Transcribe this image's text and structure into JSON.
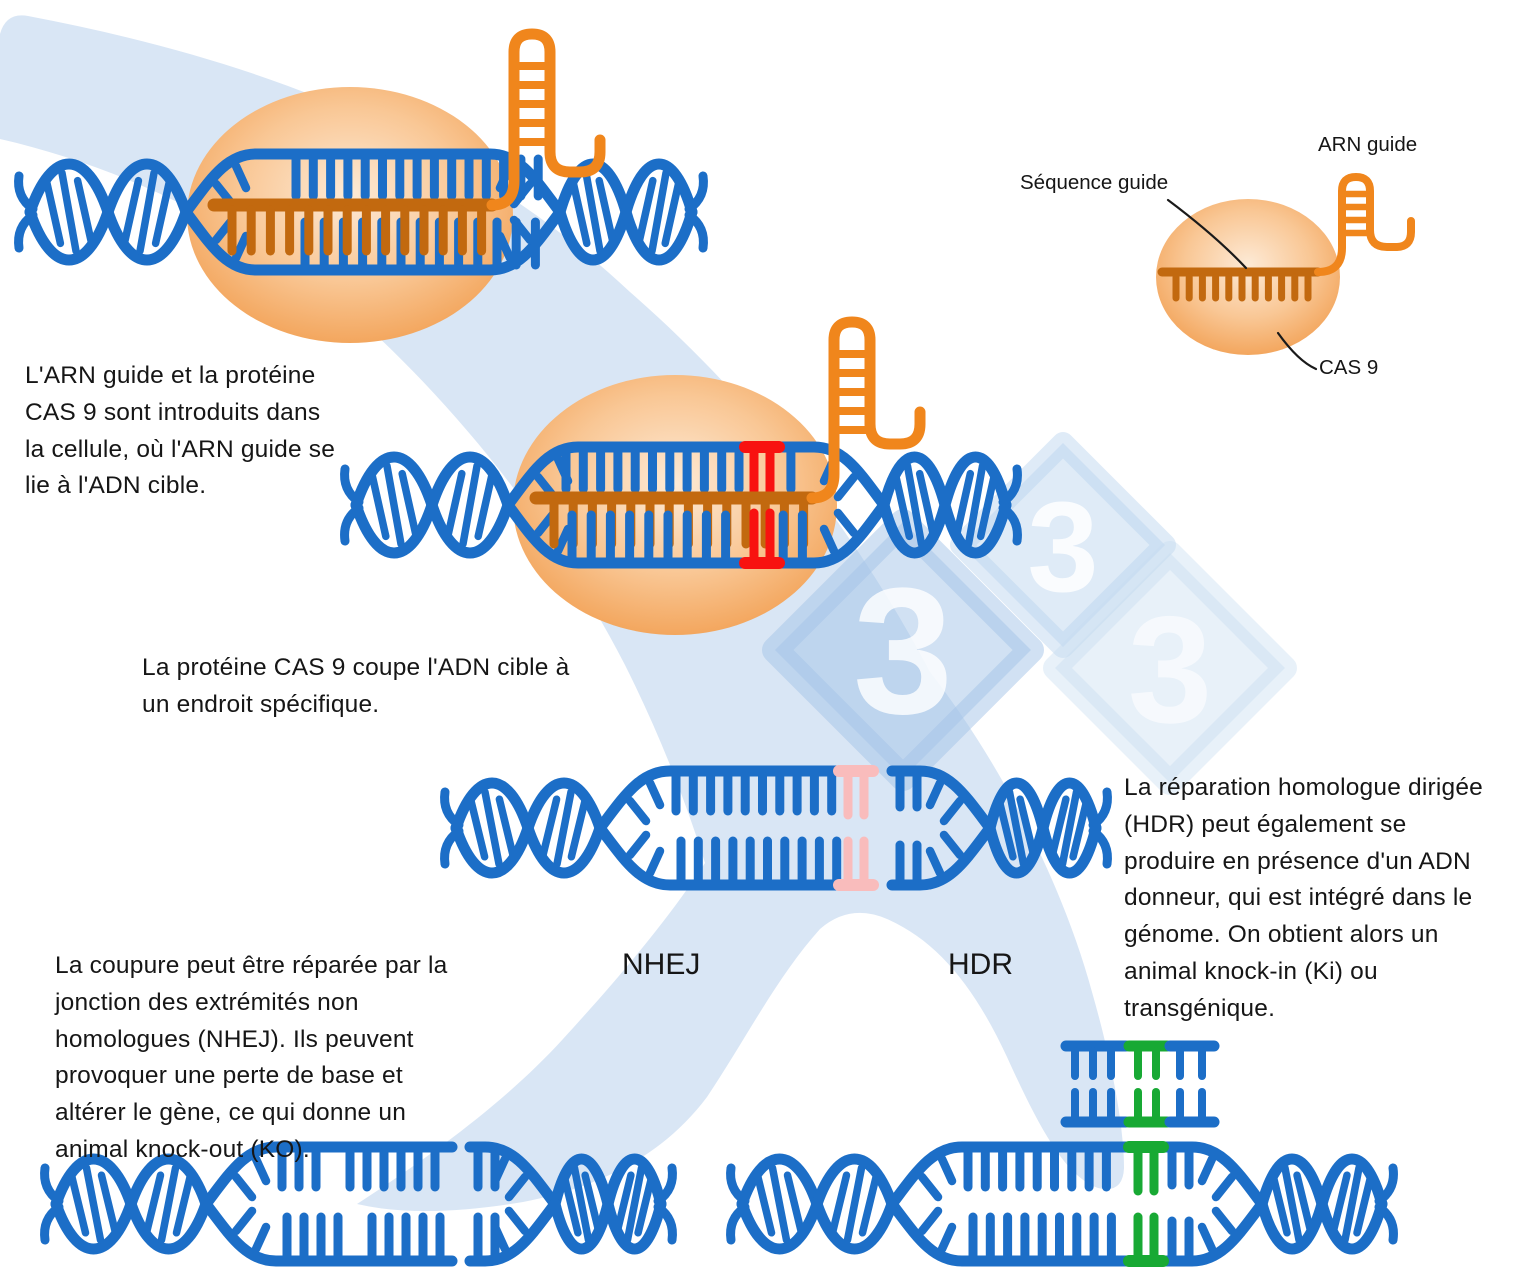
{
  "figure": {
    "captions": [
      {
        "text": "L'ARN guide et la protéine\nCAS 9 sont introduits dans\nla cellule, où l'ARN guide se\nlie à l'ADN cible."
      },
      {
        "text": "La protéine CAS 9 coupe l'ADN cible à\nun endroit spécifique."
      },
      {
        "text": "La coupure peut être réparée par la\njonction des extrémités non\nhomologues (NHEJ). Ils peuvent\nprovoquer une perte de base et\naltérer le gène, ce qui donne un\nanimal knock-out (KO)."
      },
      {
        "text": "La réparation homologue dirigée\n(HDR) peut également se\nproduire en présence d'un ADN\ndonneur, qui est intégré dans le\ngénome. On obtient alors un\nanimal knock-in (Ki) ou\ntransgénique."
      }
    ],
    "pathway_labels": {
      "nhej": "NHEJ",
      "hdr": "HDR"
    },
    "legend": {
      "arn_guide": "ARN guide",
      "sequence_guide": "Séquence guide",
      "cas9": "CAS 9"
    },
    "watermark_glyph": "3",
    "colors": {
      "dna_blue": "#1c6ec7",
      "ribbon_blue": "#d9e6f5",
      "rna_orange": "#f0861c",
      "guide_orange": "#c2690f",
      "cut_red": "#f81210",
      "repair_pink": "#f9bcbc",
      "insert_green": "#18a934",
      "cas9_inner": "#fdead6",
      "cas9_outer": "#f2a155",
      "text": "#161616"
    }
  }
}
